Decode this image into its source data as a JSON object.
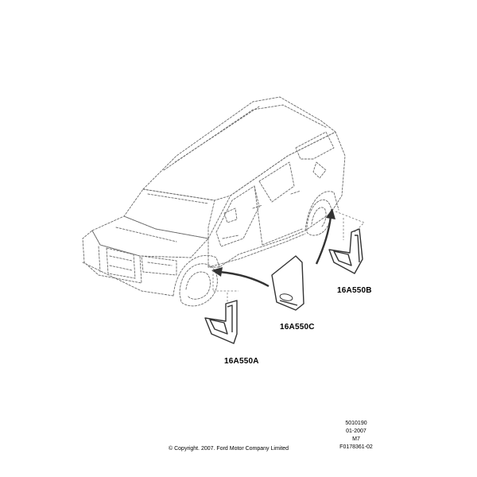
{
  "diagram": {
    "parts": [
      {
        "id": "16A550A",
        "label": "16A550A"
      },
      {
        "id": "16A550B",
        "label": "16A550B"
      },
      {
        "id": "16A550C",
        "label": "16A550C"
      }
    ],
    "meta": {
      "line1": "5010190",
      "line2": "01-2007",
      "line3": "M7",
      "line4": "F0178361-02"
    },
    "copyright": "© Copyright. 2007. Ford Motor Company Limited",
    "colors": {
      "line": "#555555",
      "part": "#333333",
      "text": "#000000"
    }
  }
}
